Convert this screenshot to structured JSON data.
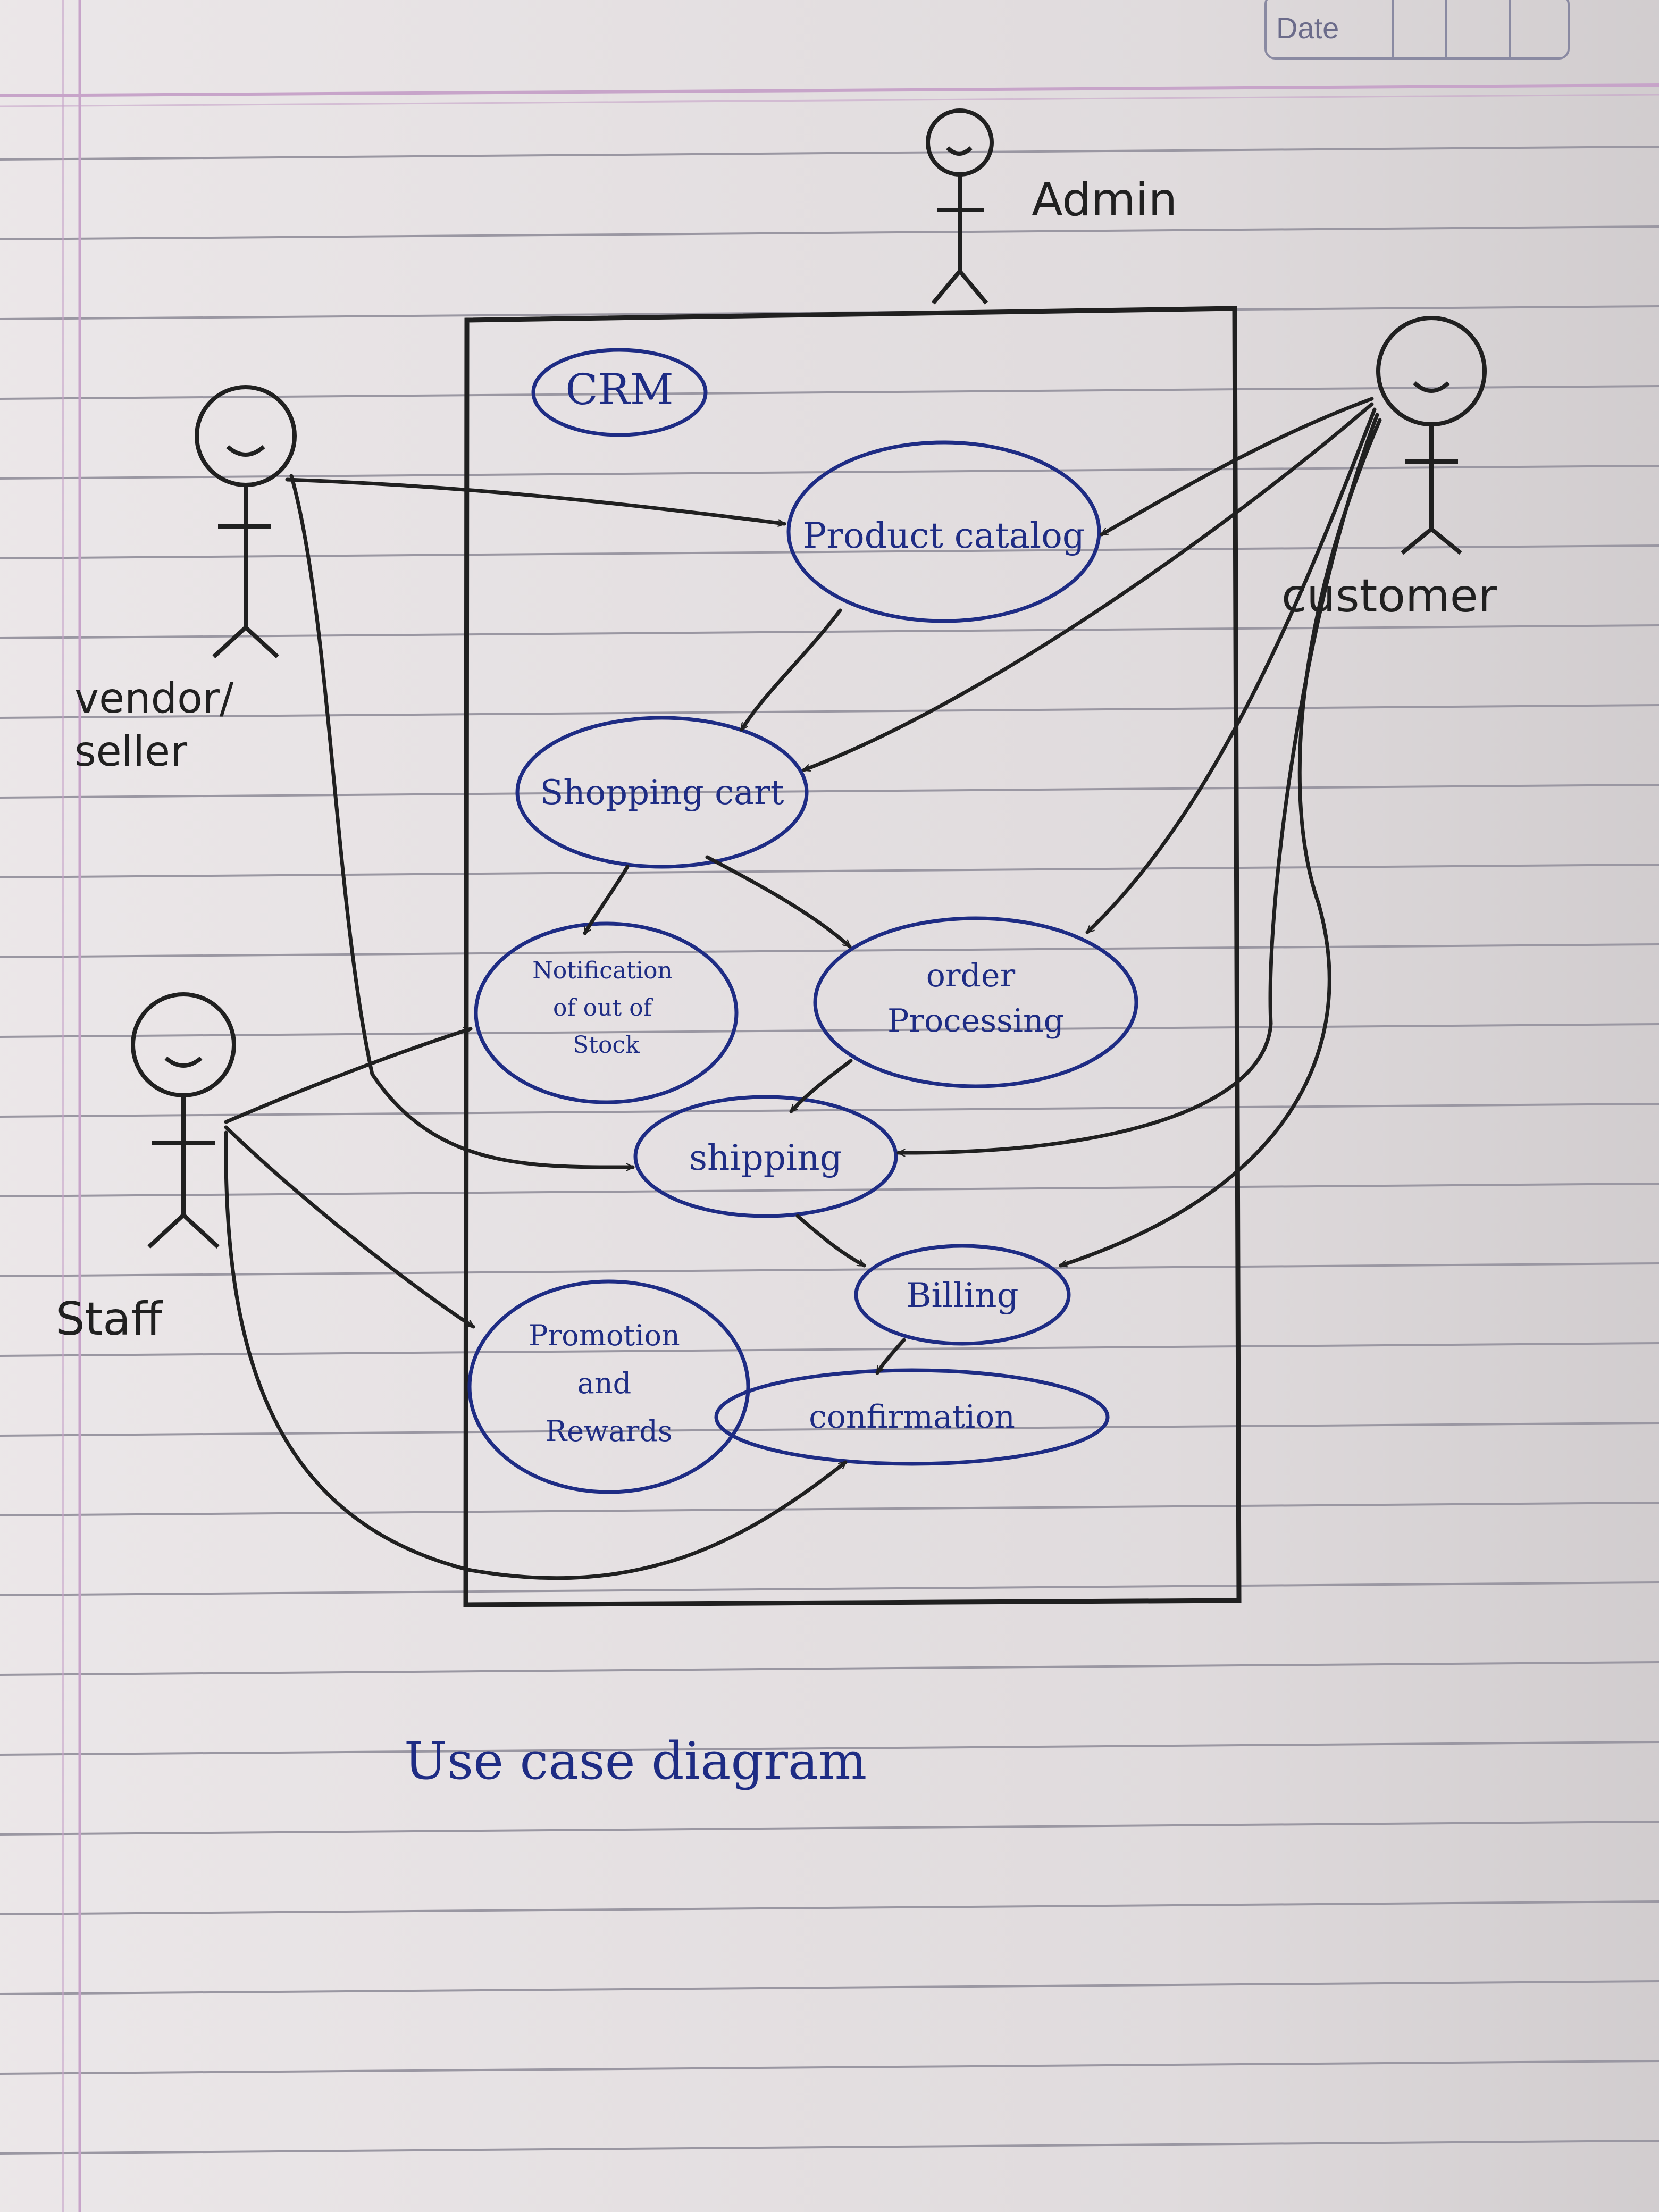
{
  "diagram": {
    "system_label": "CRM",
    "caption": "Use case diagram",
    "date_label": "Date",
    "actors": [
      {
        "id": "admin",
        "label": "Admin"
      },
      {
        "id": "customer",
        "label": "customer"
      },
      {
        "id": "vendor",
        "label": "vendor/ seller"
      },
      {
        "id": "staff",
        "label": "Staff"
      }
    ],
    "use_cases": [
      {
        "id": "product-catalog",
        "label": "Product catalog"
      },
      {
        "id": "shopping-cart",
        "label": "Shopping cart"
      },
      {
        "id": "notification",
        "label": "Notification of out of Stock"
      },
      {
        "id": "order-processing",
        "label": "order Processing"
      },
      {
        "id": "shipping",
        "label": "shipping"
      },
      {
        "id": "billing",
        "label": "Billing"
      },
      {
        "id": "confirmation",
        "label": "confirmation"
      },
      {
        "id": "promotion",
        "label": "Promotion and Rewards"
      }
    ],
    "relationships": [
      {
        "from": "vendor",
        "to": "product-catalog"
      },
      {
        "from": "vendor",
        "to": "shipping"
      },
      {
        "from": "customer",
        "to": "product-catalog"
      },
      {
        "from": "customer",
        "to": "shopping-cart"
      },
      {
        "from": "customer",
        "to": "order-processing"
      },
      {
        "from": "customer",
        "to": "shipping"
      },
      {
        "from": "customer",
        "to": "billing"
      },
      {
        "from": "staff",
        "to": "notification"
      },
      {
        "from": "staff",
        "to": "promotion"
      },
      {
        "from": "staff",
        "to": "confirmation"
      },
      {
        "from": "product-catalog",
        "to": "shopping-cart"
      },
      {
        "from": "shopping-cart",
        "to": "notification"
      },
      {
        "from": "shopping-cart",
        "to": "order-processing"
      },
      {
        "from": "order-processing",
        "to": "shipping"
      },
      {
        "from": "shipping",
        "to": "billing"
      },
      {
        "from": "billing",
        "to": "confirmation"
      }
    ]
  },
  "colors": {
    "paper": "#e9e4e6",
    "ruling": "#9a97a2",
    "margin": "#c7a4c9",
    "blue_ink": "#1e2c84",
    "pencil": "#202020"
  }
}
